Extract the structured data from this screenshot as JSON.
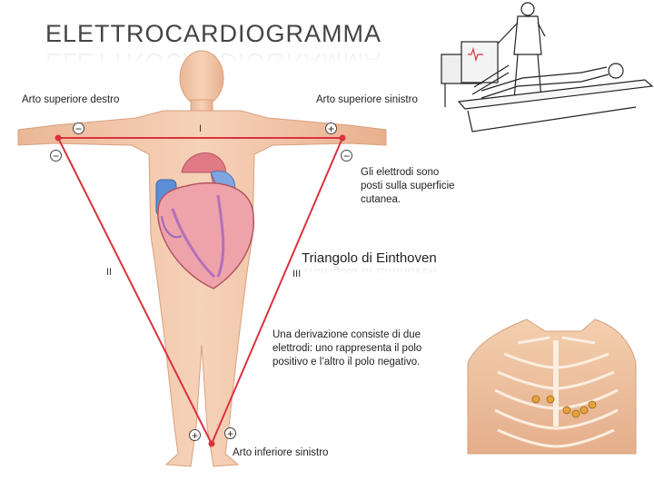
{
  "title": "ELETTROCARDIOGRAMMA",
  "limbs": {
    "right_arm": "Arto superiore destro",
    "left_arm": "Arto superiore sinistro",
    "left_leg": "Arto inferiore sinistro"
  },
  "leads": {
    "I": "I",
    "II": "II",
    "III": "III"
  },
  "signs": {
    "plus": "+",
    "minus": "−"
  },
  "triangle_title": "Triangolo di Einthoven",
  "notes": {
    "electrodes": "Gli elettrodi sono posti sulla superficie cutanea.",
    "derivation": "Una derivazione consiste di due elettrodi: uno rappresenta il polo positivo e l’altro il polo negativo."
  },
  "colors": {
    "lead_line": "#d9333f",
    "skin": "#f2c6a6",
    "heart": "#e79aa3"
  }
}
